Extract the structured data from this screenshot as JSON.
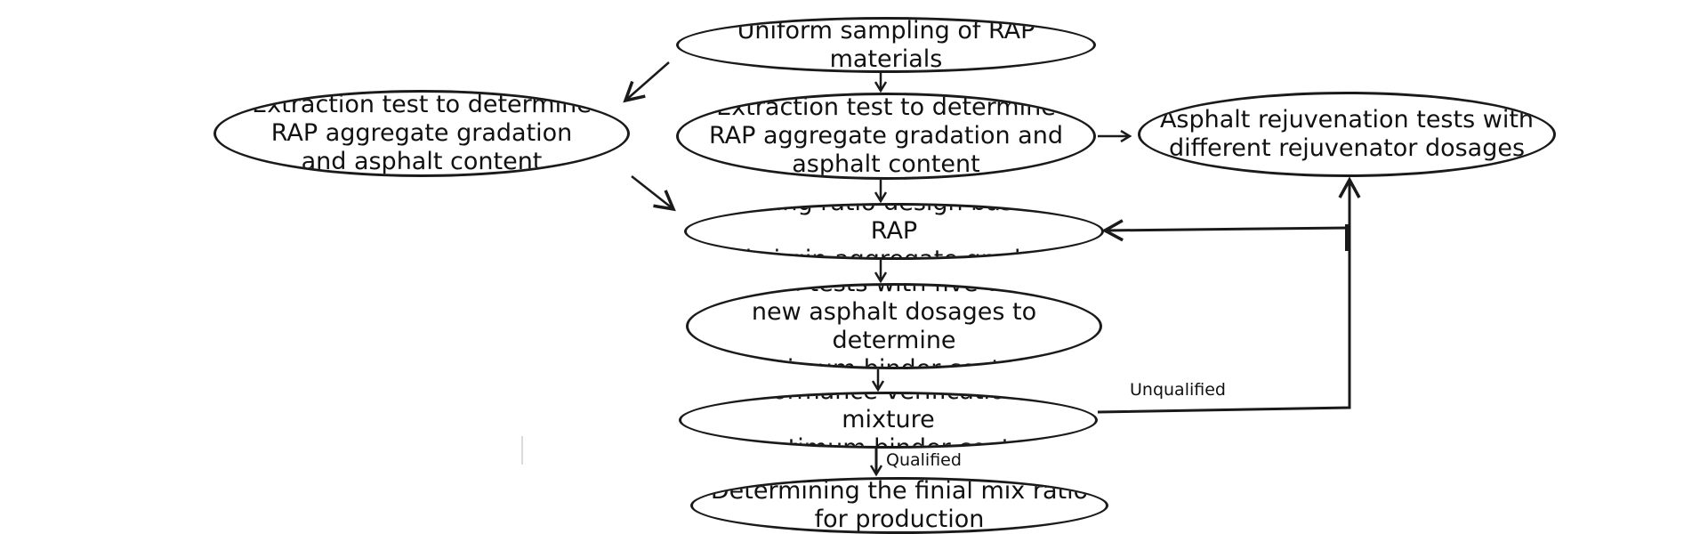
{
  "nodes": {
    "sampling": "Uniform sampling of RAP materials",
    "extraction_left": "Extraction test to determine\nRAP aggregate gradation\nand asphalt content",
    "extraction_center": "Extraction test to determine\nRAP aggregate gradation and\nasphalt content",
    "rejuvenation": "Asphalt rejuvenation tests with\ndifferent rejuvenator dosages",
    "blending": "Blending ratio design based on RAP\nand virgin aggregate gradation",
    "marshall": "Marshall tests with five different\nnew asphalt dosages to determine\noptimum binder content",
    "performance": "Performance verification of mixture\nat optimum binder content",
    "final": "Determining the finial mix ratio\nfor production"
  },
  "edge_labels": {
    "unqualified": "Unqualified",
    "qualified": "Qualified"
  }
}
